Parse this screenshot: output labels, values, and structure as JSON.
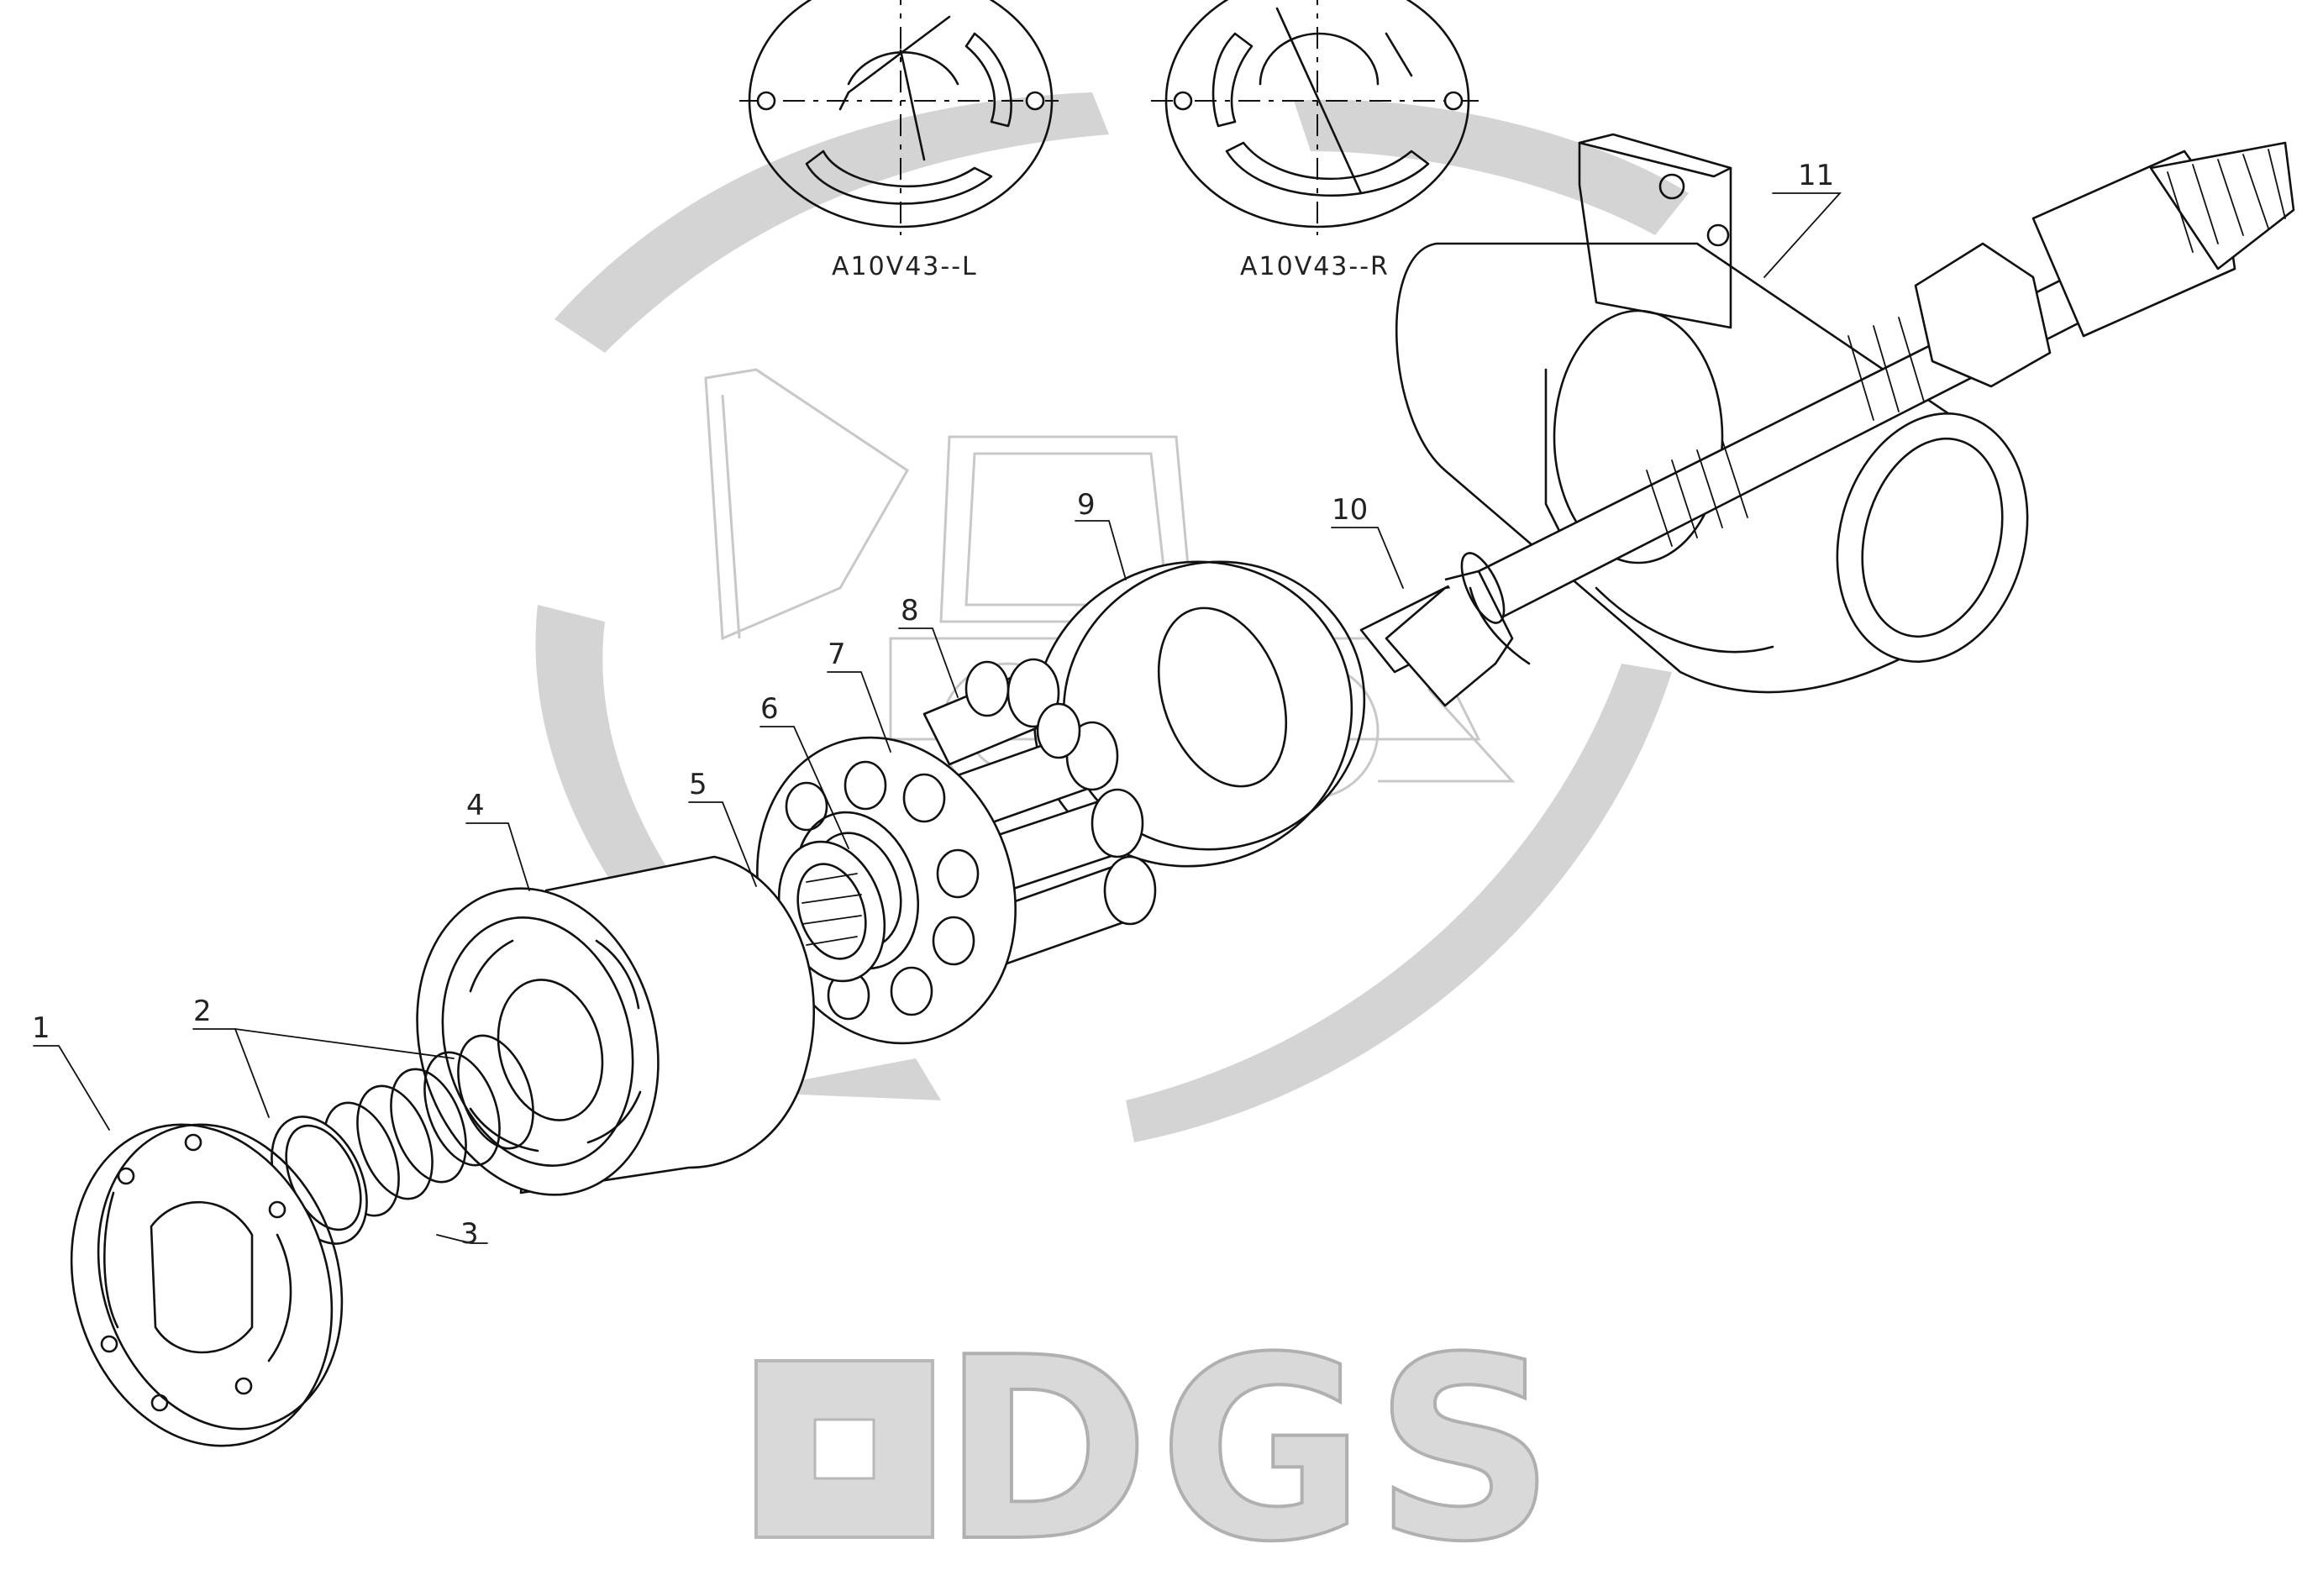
{
  "diagram": {
    "captions": {
      "left_plate": "A10V43--L",
      "right_plate": "A10V43--R"
    },
    "part_labels": [
      "1",
      "2",
      "3",
      "4",
      "5",
      "6",
      "7",
      "8",
      "9",
      "10",
      "11"
    ],
    "watermark_text": "DGS"
  }
}
